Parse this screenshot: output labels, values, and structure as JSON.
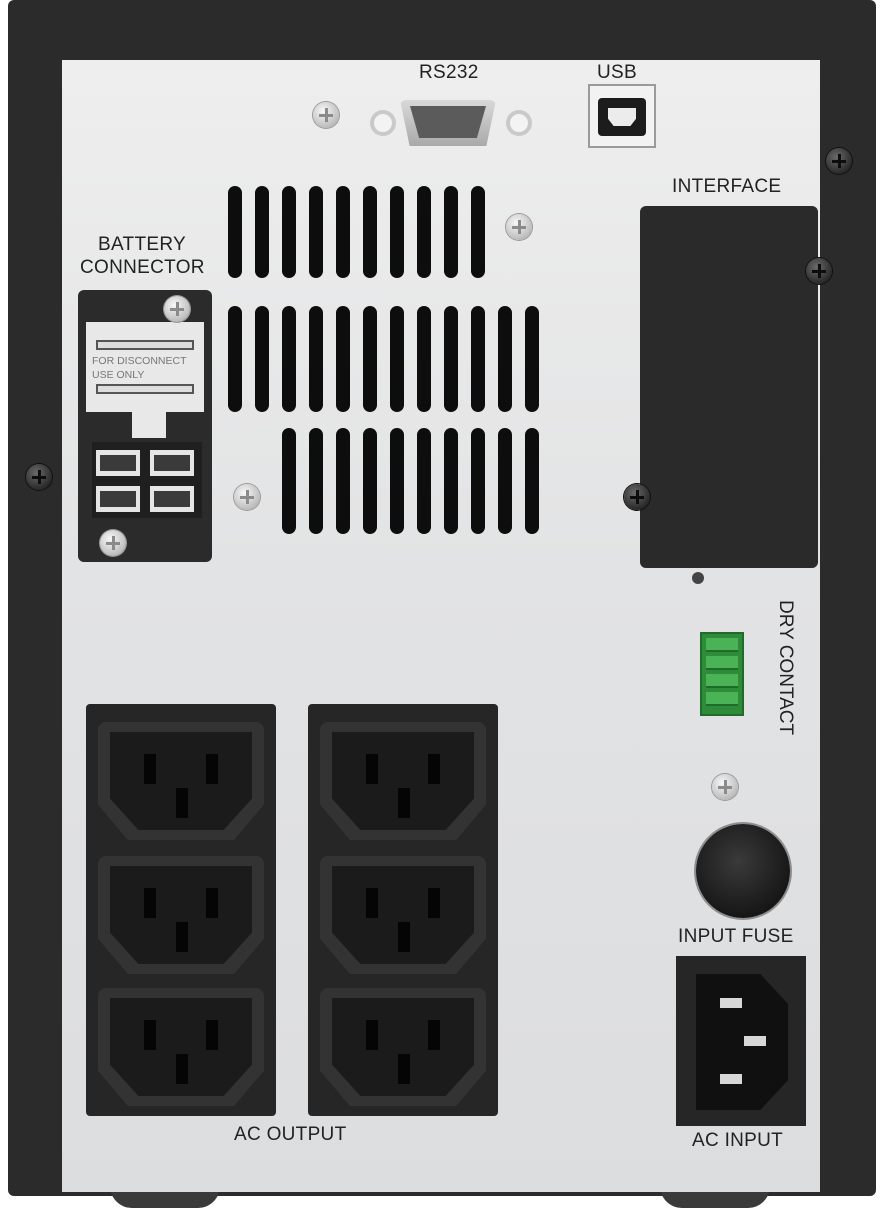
{
  "labels": {
    "rs232": "RS232",
    "usb": "USB",
    "interface": "INTERFACE",
    "battery_line1": "BATTERY",
    "battery_line2": "CONNECTOR",
    "battery_note_line1": "FOR DISCONNECT",
    "battery_note_line2": "USE ONLY",
    "dry_contact": "DRY CONTACT",
    "input_fuse": "INPUT FUSE",
    "ac_output": "AC OUTPUT",
    "ac_input": "AC INPUT"
  },
  "colors": {
    "chassis": "#2b2b2b",
    "panel": "#e2e3e4",
    "dry_contact_green": "#2e8b3a"
  },
  "icons": [
    "screw-icon",
    "db9-port-icon",
    "usb-b-port-icon",
    "iec-c13-socket-icon",
    "iec-c14-inlet-icon"
  ]
}
